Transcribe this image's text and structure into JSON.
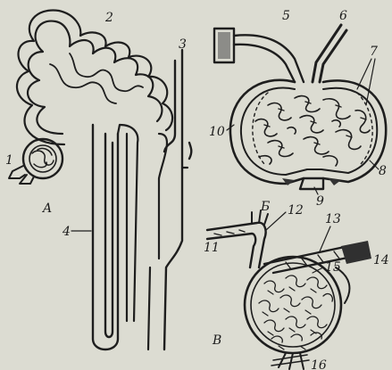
{
  "panels": {
    "a": {
      "letter": "A"
    },
    "b": {
      "letter": "Б"
    },
    "c": {
      "letter": "В"
    }
  },
  "labels": {
    "l1": "1",
    "l2": "2",
    "l3": "3",
    "l4": "4",
    "l5": "5",
    "l6": "6",
    "l7": "7",
    "l8": "8",
    "l9": "9",
    "l10": "10",
    "l11": "11",
    "l12": "12",
    "l13": "13",
    "l14": "14",
    "l15": "15",
    "l16": "16"
  }
}
